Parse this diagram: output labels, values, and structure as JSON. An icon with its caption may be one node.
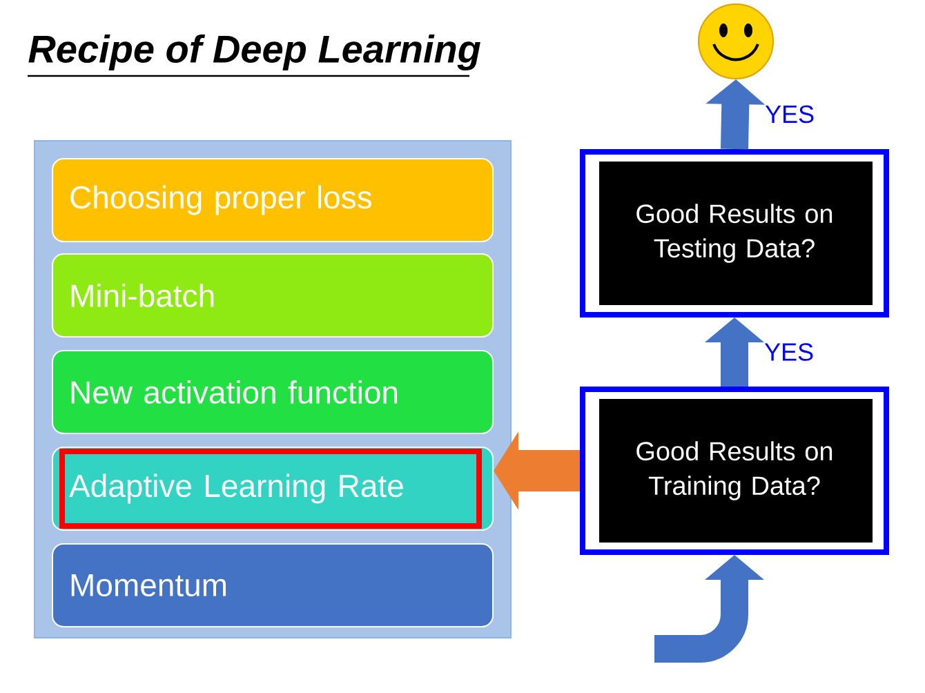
{
  "diagram": {
    "title": "Recipe of Deep Learning",
    "nodes": [
      {
        "text": [],
        "shape": "box"
      },
      {
        "text": [
          "Choosing proper loss"
        ],
        "in": 0
      },
      {
        "text": [
          "Mini-batch"
        ],
        "in": 0
      },
      {
        "text": [
          "New activation function"
        ],
        "in": 0
      },
      {
        "text": [
          "Adaptive Learning Rate"
        ],
        "in": 0
      },
      {
        "text": [
          "Momentum"
        ],
        "in": 0
      },
      {
        "text": [
          "Good Results on Testing Data?"
        ]
      },
      {
        "text": [
          "Good Results on Training Data?"
        ]
      },
      {
        "text": [],
        "shape": "smiley"
      }
    ],
    "edges": [
      {
        "from": 6,
        "to": 8,
        "arrow": "to",
        "label": "YES"
      },
      {
        "from": 7,
        "to": 6,
        "arrow": "to",
        "label": "YES"
      },
      {
        "from": 7,
        "to": 4,
        "arrow": "to",
        "color": "#ed7d31"
      },
      {
        "from": null,
        "to": 7,
        "arrow": "to"
      }
    ]
  }
}
